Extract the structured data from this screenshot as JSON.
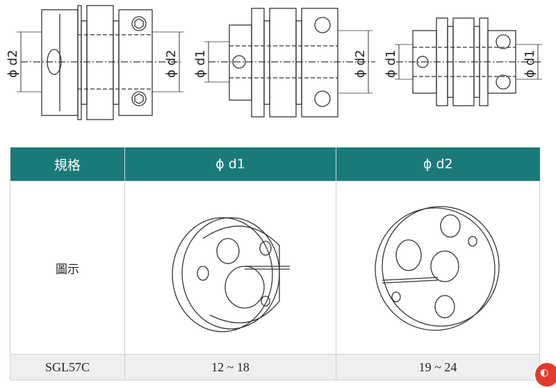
{
  "drawings": {
    "left": {
      "label_left": "ϕ d2",
      "label_right": "ϕ d2"
    },
    "middle": {
      "label_left": "ϕ d1",
      "label_right": "ϕ d2"
    },
    "right": {
      "label_left": "ϕ d1",
      "label_right": "ϕ d1"
    }
  },
  "table": {
    "headers": [
      "規格",
      "ϕ d1",
      "ϕ d2"
    ],
    "image_row_label": "圖示",
    "model": "SGL57C",
    "d1_range": "12 ~ 18",
    "d2_range": "19 ~ 24"
  },
  "colors": {
    "header_bg": "#1a7a7a",
    "corner_button": "#e23b2d"
  },
  "icons": [
    "hex-socket-screw-icon",
    "corner-button-icon"
  ]
}
